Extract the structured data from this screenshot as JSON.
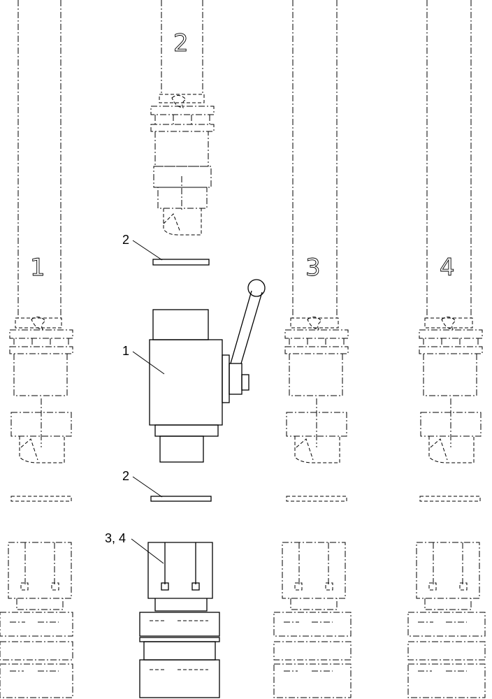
{
  "hose_labels": [
    "1",
    "2",
    "3",
    "4"
  ],
  "callouts": {
    "valve": "1",
    "washer_upper": "2",
    "washer_lower": "2",
    "adapter": "3, 4"
  }
}
